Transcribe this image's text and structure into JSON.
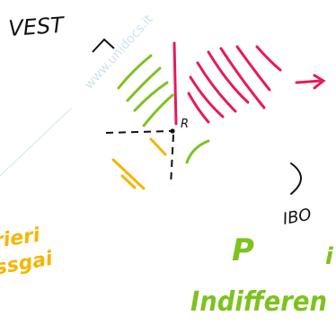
{
  "labels": {
    "vest": "VEST",
    "point_r": "R",
    "ibo": "IBO",
    "p": "P",
    "i_fragment": "i",
    "indifferen": "Indifferen",
    "orange_line1": "rieri",
    "orange_line2": "ssgai"
  },
  "watermark": "www.unidocs.it",
  "colors": {
    "ink": "#111111",
    "magenta": "#e8195a",
    "green": "#7ec21f",
    "orange": "#f7b500",
    "watermark": "#cfe3ee",
    "background": "#ffffff"
  }
}
